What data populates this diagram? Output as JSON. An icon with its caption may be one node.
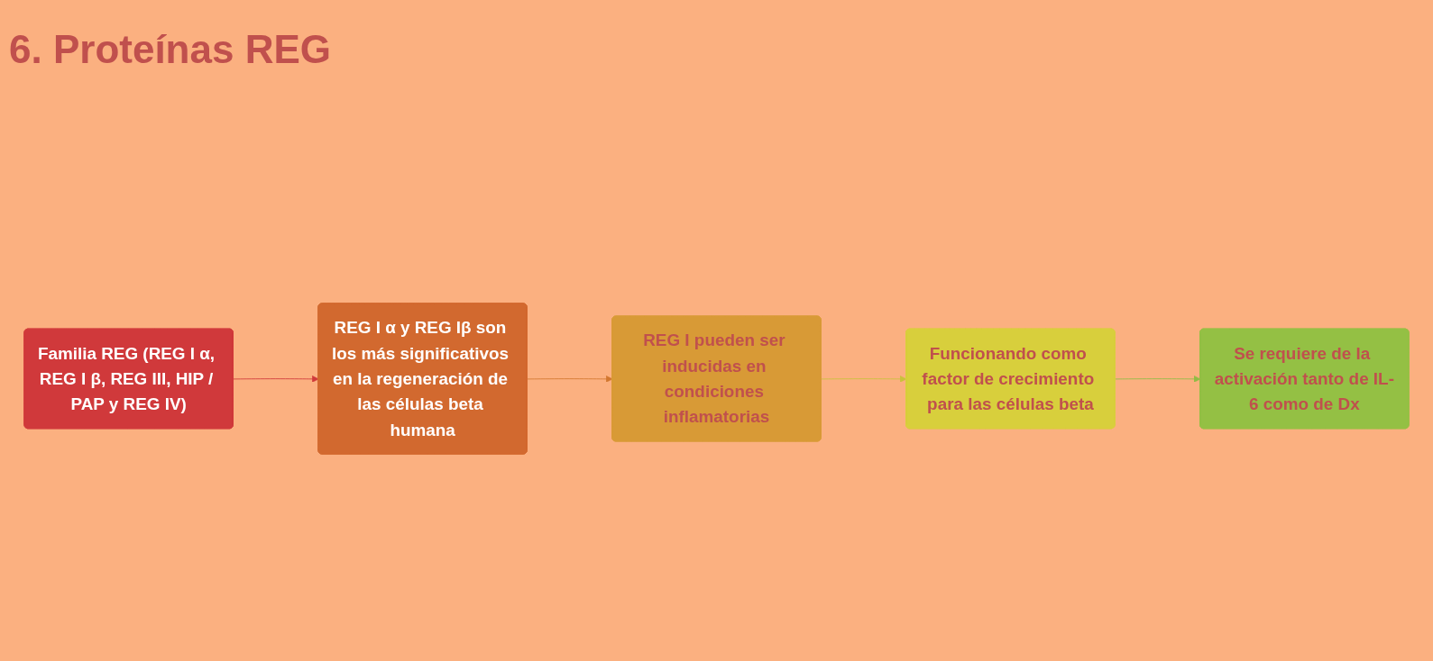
{
  "diagram": {
    "title": "6. Proteínas REG",
    "nodes": [
      {
        "text": [
          "Familia REG (REG I α, REG I β, REG III, HIP / PAP y REG IV)"
        ]
      },
      {
        "text": [
          "REG I α y REG Iβ son los más significativos en la regeneración de las células beta humana"
        ]
      },
      {
        "text": [
          "REG I pueden ser inducidas en condiciones inflamatorias"
        ]
      },
      {
        "text": [
          "Funcionando como factor de crecimiento para las células beta"
        ]
      },
      {
        "text": [
          "Se requiere de la activación tanto de IL-6 como de Dx"
        ]
      }
    ],
    "edges": [
      {
        "from": 0,
        "to": 1,
        "arrow": "to",
        "color": "#d0393b"
      },
      {
        "from": 1,
        "to": 2,
        "arrow": "to",
        "color": "#d2772f"
      },
      {
        "from": 2,
        "to": 3,
        "arrow": "to",
        "color": "#c9c23a"
      },
      {
        "from": 3,
        "to": 4,
        "arrow": "to",
        "color": "#8fbd44"
      }
    ]
  }
}
